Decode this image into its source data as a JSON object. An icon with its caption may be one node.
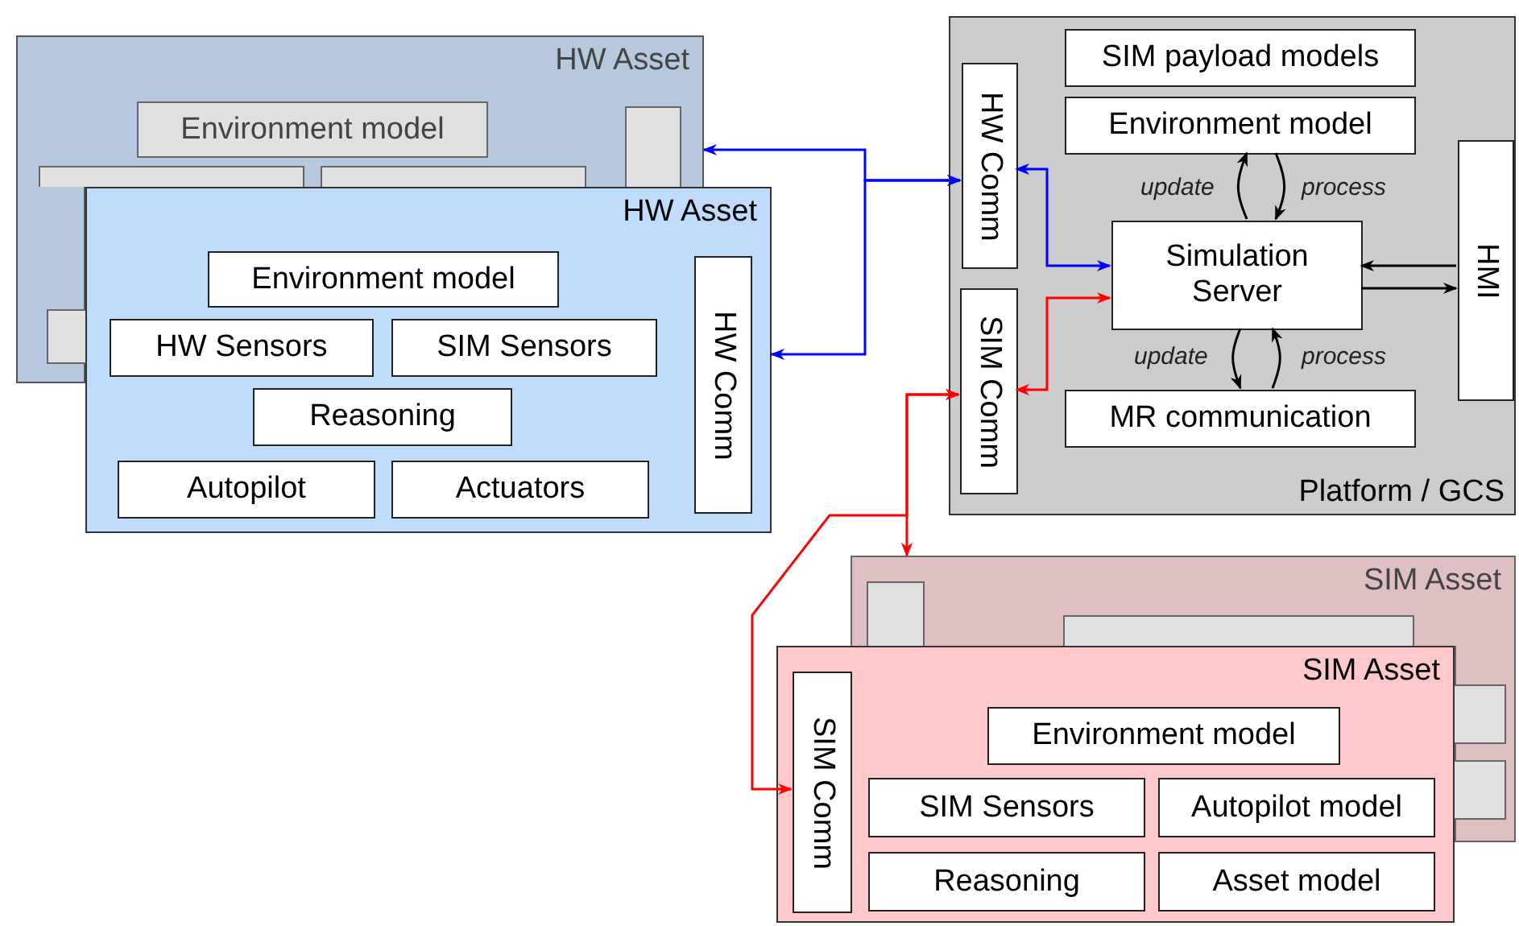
{
  "diagram": {
    "nodes": [
      {
        "text": [
          "HW Asset"
        ]
      },
      {
        "text": [
          "Environment model"
        ],
        "in": 0
      },
      {
        "text": [],
        "shape": "box",
        "in": 0
      },
      {
        "text": [],
        "shape": "box",
        "in": 0
      },
      {
        "text": [],
        "shape": "box",
        "in": 0
      },
      {
        "text": [],
        "shape": "box"
      },
      {
        "text": [
          "HW Asset"
        ]
      },
      {
        "text": [
          "Environment model"
        ],
        "in": 6
      },
      {
        "text": [
          "HW Sensors"
        ],
        "in": 6
      },
      {
        "text": [
          "SIM Sensors"
        ],
        "in": 6
      },
      {
        "text": [
          "Reasoning"
        ],
        "in": 6
      },
      {
        "text": [
          "Autopilot"
        ],
        "in": 6
      },
      {
        "text": [
          "Actuators"
        ],
        "in": 6
      },
      {
        "text": [
          "HW Comm"
        ],
        "in": 6
      },
      {
        "text": [
          "Platform / GCS"
        ]
      },
      {
        "text": [
          "HW Comm"
        ],
        "in": 14
      },
      {
        "text": [
          "SIM Comm"
        ],
        "in": 14
      },
      {
        "text": [
          "SIM payload models"
        ],
        "in": 14
      },
      {
        "text": [
          "Environment model"
        ],
        "in": 14
      },
      {
        "text": [
          "Simulation Server"
        ],
        "in": 14
      },
      {
        "text": [
          "MR communication"
        ],
        "in": 14
      },
      {
        "text": [
          "HMI"
        ],
        "in": 14
      },
      {
        "text": [
          "SIM Asset"
        ]
      },
      {
        "text": [],
        "shape": "box",
        "in": 22
      },
      {
        "text": [],
        "shape": "box",
        "in": 22
      },
      {
        "text": [],
        "shape": "box"
      },
      {
        "text": [],
        "shape": "box"
      },
      {
        "text": [
          "SIM Asset"
        ]
      },
      {
        "text": [
          "SIM Comm"
        ],
        "in": 27
      },
      {
        "text": [
          "Environment model"
        ],
        "in": 27
      },
      {
        "text": [
          "SIM Sensors"
        ],
        "in": 27
      },
      {
        "text": [
          "Autopilot model"
        ],
        "in": 27
      },
      {
        "text": [
          "Reasoning"
        ],
        "in": 27
      },
      {
        "text": [
          "Asset model"
        ],
        "in": 27
      }
    ],
    "edges": [
      {
        "from": 15,
        "to": 0,
        "arrow": "both",
        "color": "#0000ff"
      },
      {
        "from": 15,
        "to": 6,
        "arrow": "both",
        "color": "#0000ff"
      },
      {
        "from": 15,
        "to": 19,
        "arrow": "both",
        "color": "#0000ff"
      },
      {
        "from": 16,
        "to": 19,
        "arrow": "both",
        "color": "#ff0000"
      },
      {
        "from": 16,
        "to": 22,
        "arrow": "both",
        "color": "#ff0000"
      },
      {
        "from": 16,
        "to": 28,
        "arrow": "both",
        "color": "#ff0000"
      },
      {
        "from": 19,
        "to": 18,
        "arrow": "to",
        "label": "update"
      },
      {
        "from": 18,
        "to": 19,
        "arrow": "to",
        "label": "process"
      },
      {
        "from": 19,
        "to": 20,
        "arrow": "to",
        "label": "update"
      },
      {
        "from": 20,
        "to": 19,
        "arrow": "to",
        "label": "process"
      },
      {
        "from": 21,
        "to": 19,
        "arrow": "to"
      },
      {
        "from": 19,
        "to": 21,
        "arrow": "to"
      }
    ]
  }
}
